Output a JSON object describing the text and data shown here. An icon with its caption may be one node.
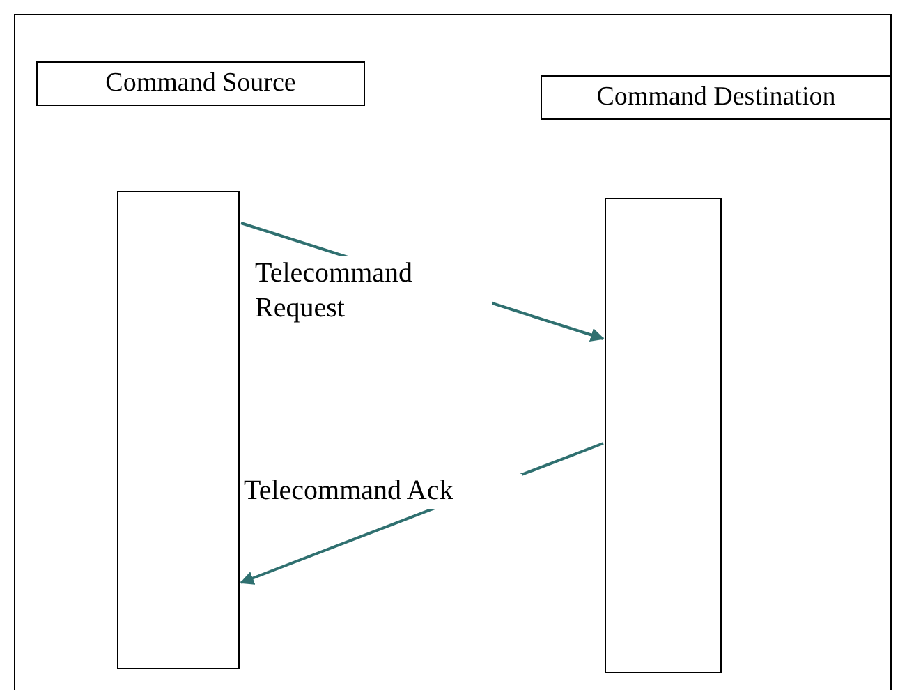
{
  "diagram": {
    "nodes": [
      {
        "text": [
          "Command Source"
        ]
      },
      {
        "text": [
          "Command Destination"
        ]
      },
      {
        "text": [],
        "shape": "box"
      },
      {
        "text": [],
        "shape": "box"
      }
    ],
    "edges": [
      {
        "from": 2,
        "to": 3,
        "arrow": "to",
        "label": "Telecommand Request"
      },
      {
        "from": 3,
        "to": 2,
        "arrow": "to",
        "label": "Telecommand Ack"
      }
    ]
  }
}
